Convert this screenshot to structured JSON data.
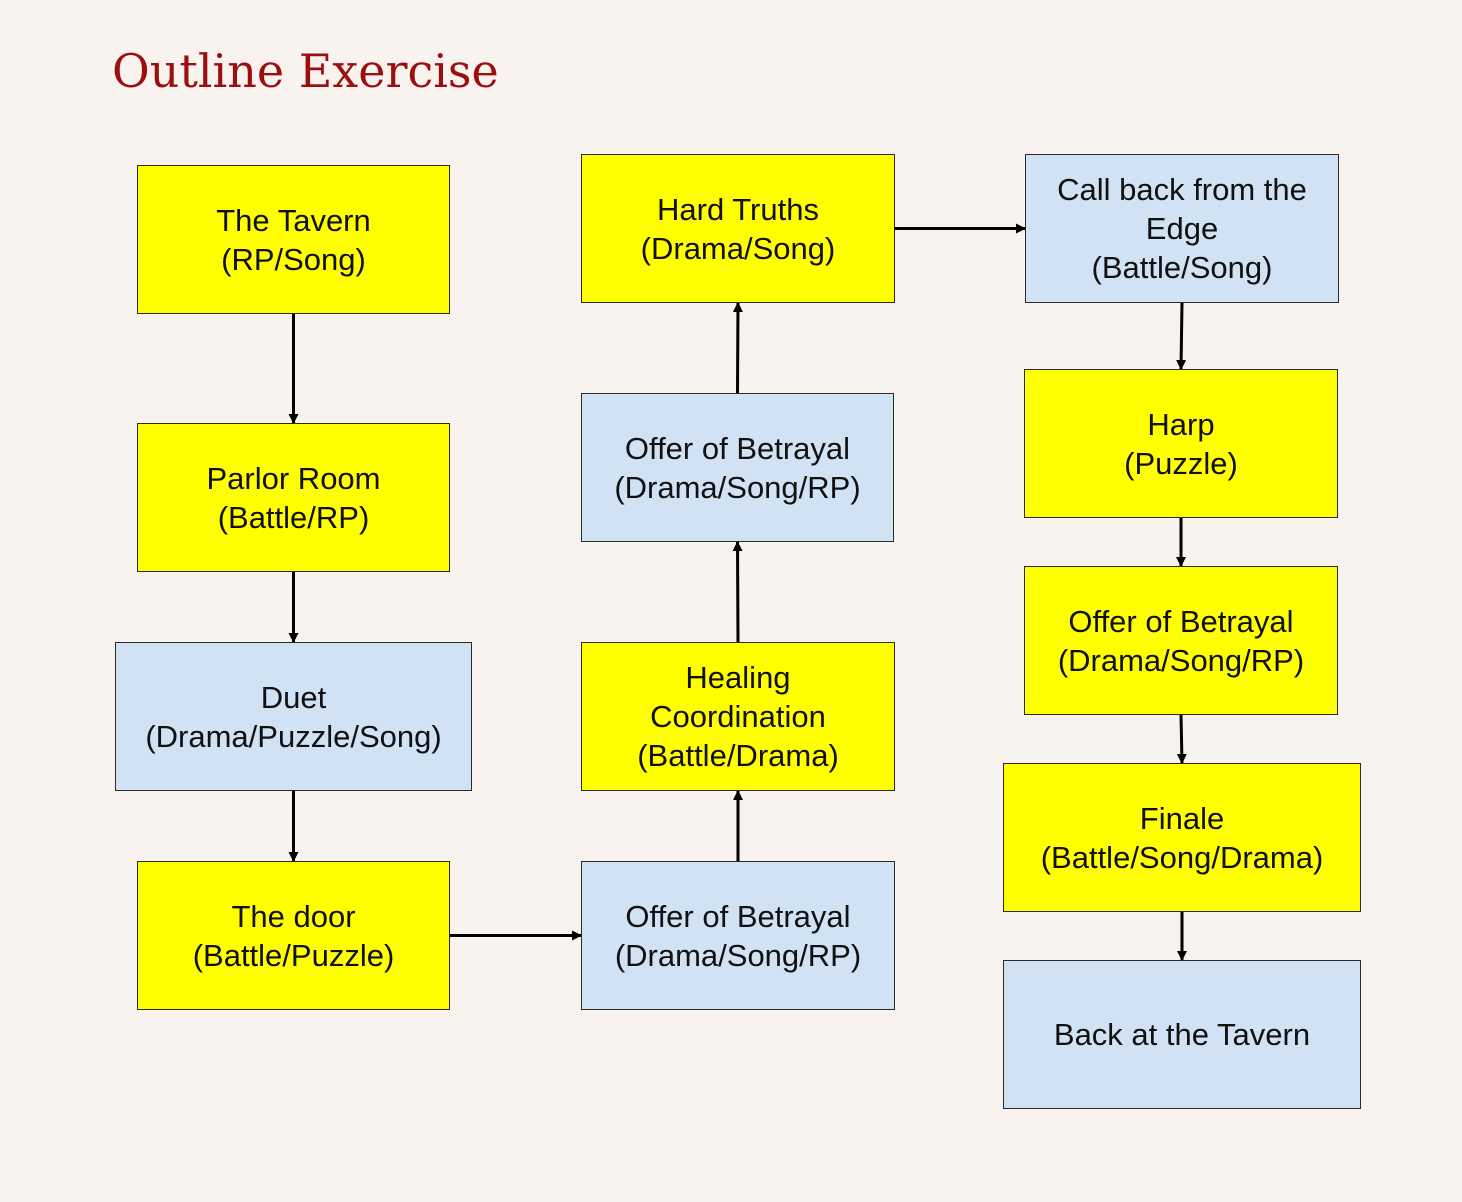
{
  "title": "Outline Exercise",
  "colors": {
    "yellow": "#ffff00",
    "blue": "#d1e2f5",
    "title": "#9a1010",
    "background": "#f8f3ee"
  },
  "nodes": [
    {
      "id": "tavern",
      "label": "The Tavern\n(RP/Song)",
      "color": "yellow"
    },
    {
      "id": "parlor",
      "label": "Parlor Room\n(Battle/RP)",
      "color": "yellow"
    },
    {
      "id": "duet",
      "label": "Duet\n(Drama/Puzzle/Song)",
      "color": "blue"
    },
    {
      "id": "door",
      "label": "The door\n(Battle/Puzzle)",
      "color": "yellow"
    },
    {
      "id": "betrayal1",
      "label": "Offer of Betrayal\n(Drama/Song/RP)",
      "color": "blue"
    },
    {
      "id": "healing",
      "label": "Healing\nCoordination\n(Battle/Drama)",
      "color": "yellow"
    },
    {
      "id": "betrayal2",
      "label": "Offer of Betrayal\n(Drama/Song/RP)",
      "color": "blue"
    },
    {
      "id": "truths",
      "label": "Hard Truths\n(Drama/Song)",
      "color": "yellow"
    },
    {
      "id": "callback",
      "label": "Call back from the\nEdge\n(Battle/Song)",
      "color": "blue"
    },
    {
      "id": "harp",
      "label": "Harp\n(Puzzle)",
      "color": "yellow"
    },
    {
      "id": "betrayal3",
      "label": "Offer of Betrayal\n(Drama/Song/RP)",
      "color": "yellow"
    },
    {
      "id": "finale",
      "label": "Finale\n(Battle/Song/Drama)",
      "color": "yellow"
    },
    {
      "id": "back",
      "label": "Back at the Tavern",
      "color": "blue"
    }
  ],
  "edges": [
    {
      "from": "tavern",
      "to": "parlor"
    },
    {
      "from": "parlor",
      "to": "duet"
    },
    {
      "from": "duet",
      "to": "door"
    },
    {
      "from": "door",
      "to": "betrayal1"
    },
    {
      "from": "betrayal1",
      "to": "healing"
    },
    {
      "from": "healing",
      "to": "betrayal2"
    },
    {
      "from": "betrayal2",
      "to": "truths"
    },
    {
      "from": "truths",
      "to": "callback"
    },
    {
      "from": "callback",
      "to": "harp"
    },
    {
      "from": "harp",
      "to": "betrayal3"
    },
    {
      "from": "betrayal3",
      "to": "finale"
    },
    {
      "from": "finale",
      "to": "back"
    }
  ]
}
